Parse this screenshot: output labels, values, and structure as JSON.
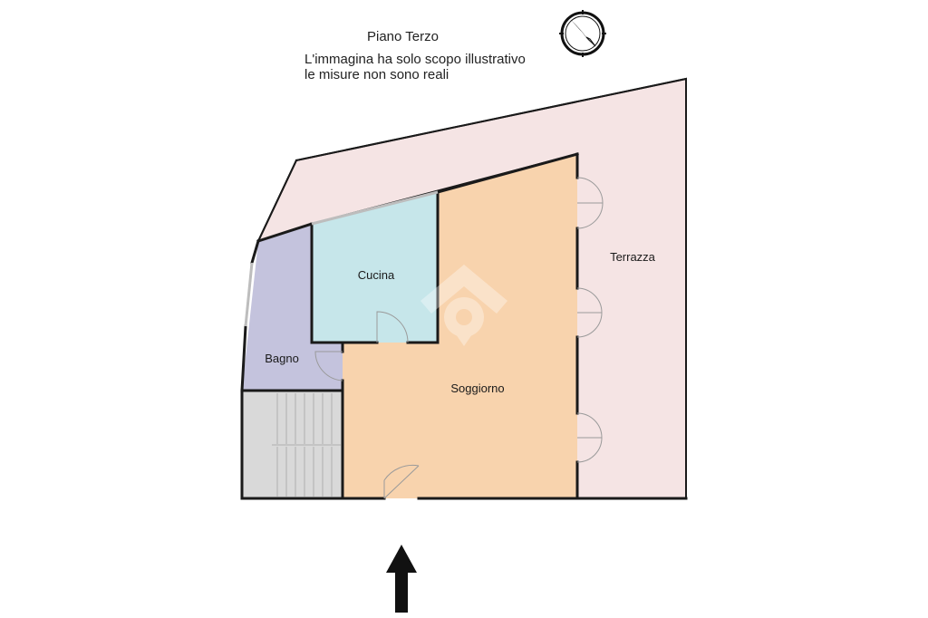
{
  "header": {
    "floor_title": "Piano Terzo",
    "disclaimer_line1": "L'immagina ha solo scopo illustrativo",
    "disclaimer_line2": "le misure non sono reali"
  },
  "rooms": {
    "terrace": {
      "label": "Terrazza",
      "color": "#f5e4e4"
    },
    "kitchen": {
      "label": "Cucina",
      "color": "#c6e6ea"
    },
    "bathroom": {
      "label": "Bagno",
      "color": "#c4c3dd"
    },
    "living": {
      "label": "Soggiorno",
      "color": "#f8d3ad"
    },
    "stairs": {
      "color": "#d9d9d9"
    }
  },
  "icons": {
    "compass": "compass-icon",
    "entrance": "entrance-arrow-icon",
    "watermark": "watermark-logo-icon"
  },
  "colors": {
    "wall": "#1a1a1a",
    "arrow": "#111111"
  }
}
